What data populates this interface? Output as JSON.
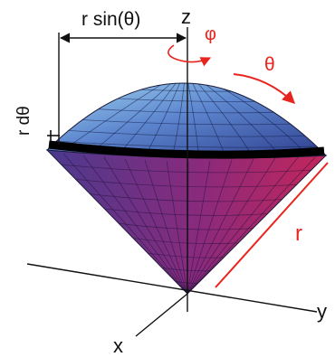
{
  "labels": {
    "r_sin_theta": "r sin(θ)",
    "z_axis": "z",
    "phi": "φ",
    "theta": "θ",
    "r_dtheta": "r dθ",
    "r_length": "r",
    "y_axis": "y",
    "x_axis": "x"
  },
  "colors": {
    "cap_light": "#9fd4f0",
    "cap_dark": "#2d3d8c",
    "cone_left": "#4a3a8e",
    "cone_mid": "#8a2a7c",
    "cone_right": "#c4265a",
    "band": "#000000",
    "accent_red": "#e8241f",
    "ink": "#111111"
  }
}
